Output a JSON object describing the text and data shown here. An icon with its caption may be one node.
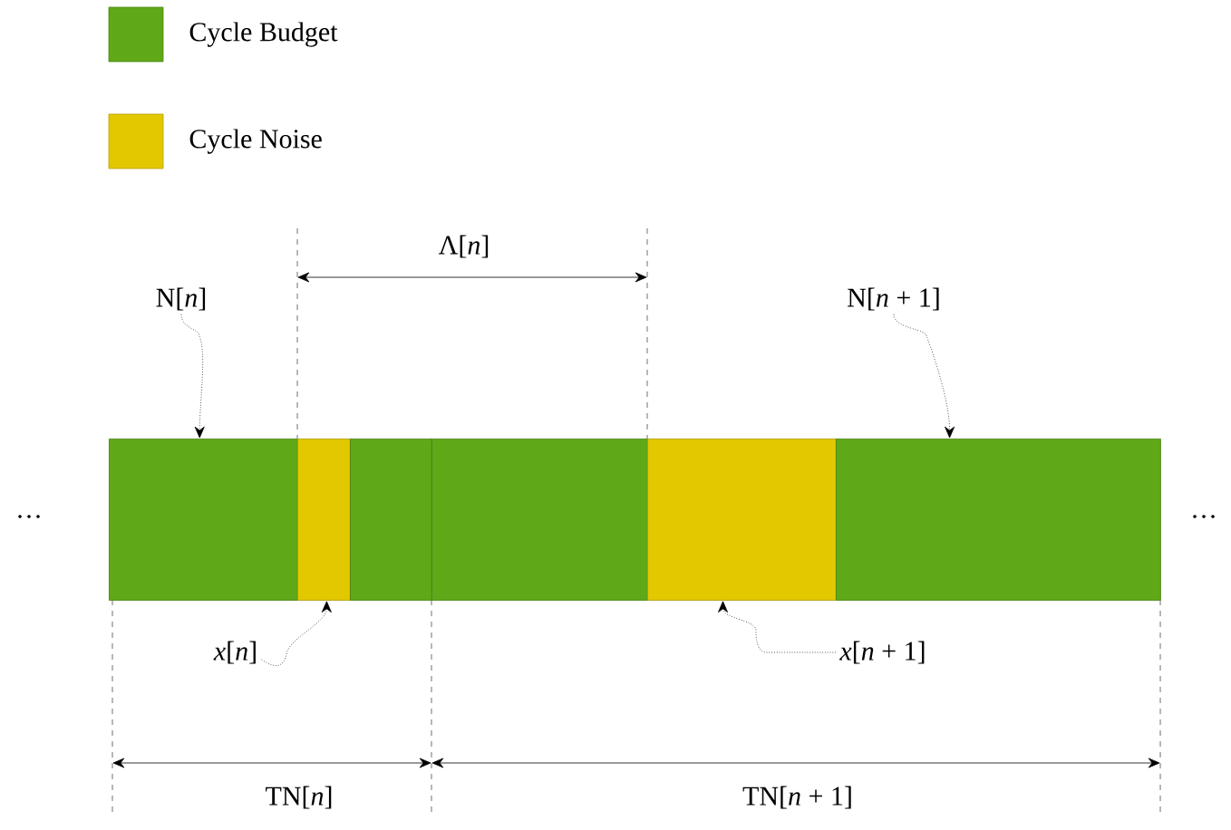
{
  "diagram": {
    "nodes": [
      {
        "text": [],
        "shape": "box"
      },
      {
        "text": [],
        "shape": "box"
      },
      {
        "text": [],
        "shape": "box"
      },
      {
        "text": [],
        "shape": "box"
      },
      {
        "text": [],
        "shape": "box"
      },
      {
        "text": [],
        "shape": "box"
      },
      {
        "text": [
          "N[*n*]"
        ]
      },
      {
        "text": [
          "N[*n* + 1]"
        ]
      },
      {
        "text": [
          "*x*[*n*]"
        ]
      },
      {
        "text": [
          "*x*[*n* + 1]"
        ]
      }
    ],
    "edges": [
      {
        "from": 6,
        "to": 0,
        "arrow": "to"
      },
      {
        "from": 7,
        "to": 5,
        "arrow": "to"
      },
      {
        "from": 8,
        "to": 1,
        "arrow": "to"
      },
      {
        "from": 9,
        "to": 4,
        "arrow": "to"
      }
    ],
    "labels": [
      "Λ[*n*]",
      "···",
      "···",
      "TN[*n*]",
      "TN[*n* + 1]"
    ],
    "legend": [
      {
        "text": "Cycle Budget",
        "color": "#5fa818"
      },
      {
        "text": "Cycle Noise",
        "color": "#e3c800"
      }
    ]
  }
}
